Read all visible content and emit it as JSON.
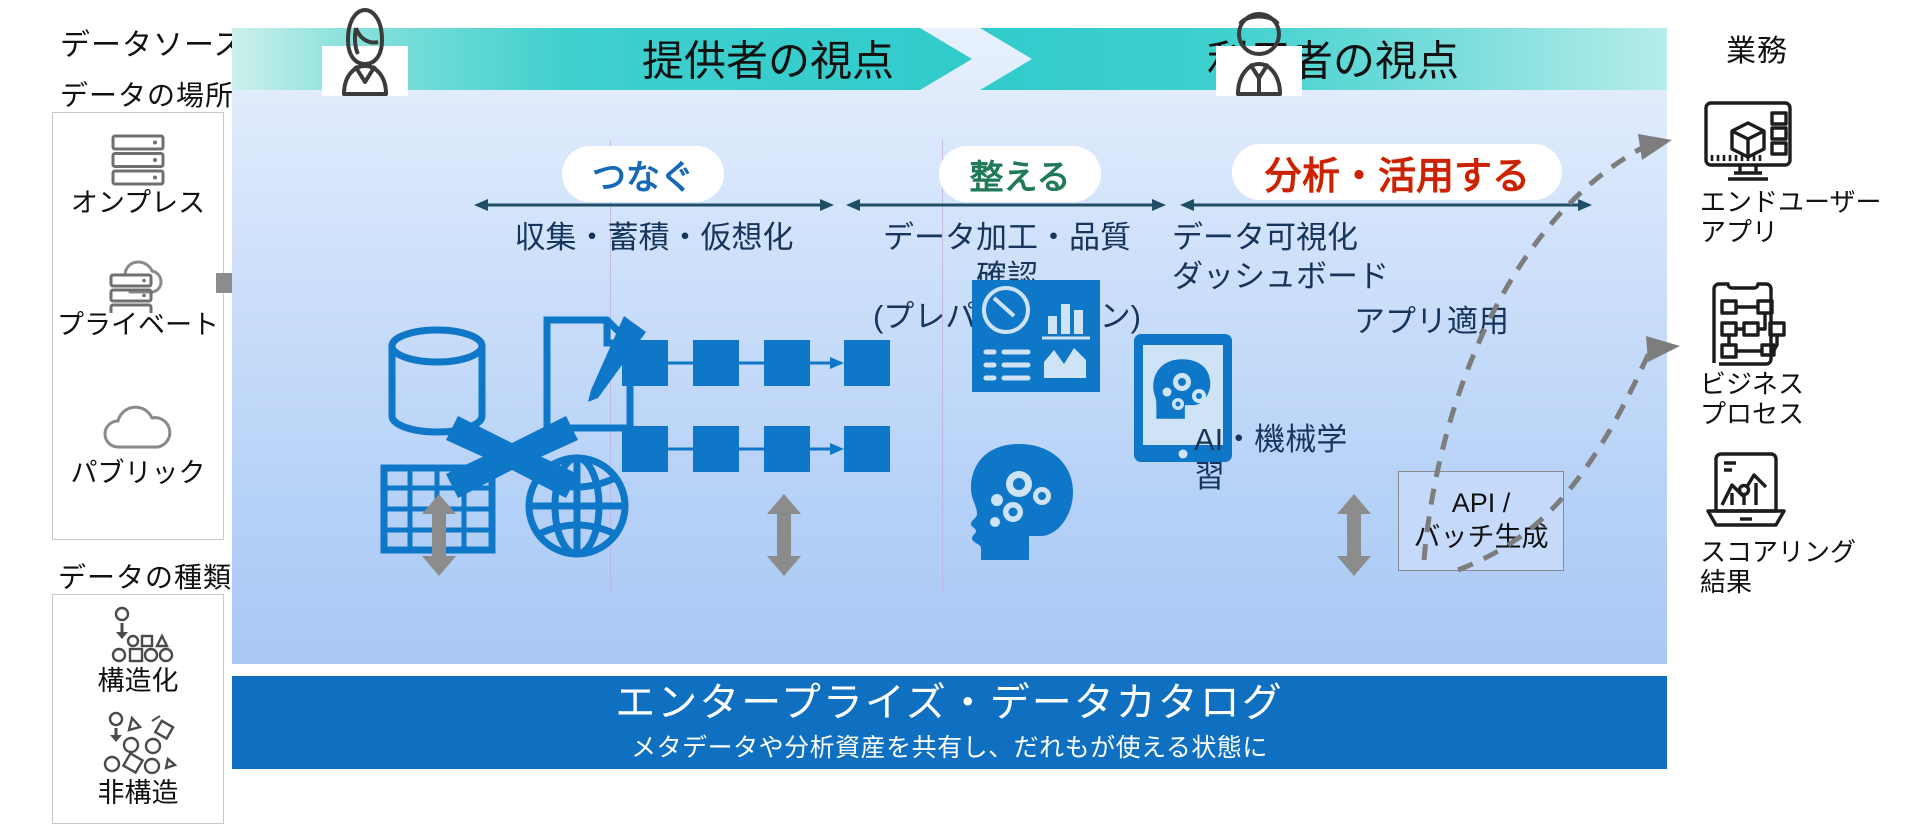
{
  "left_sidebar": {
    "data_source_title": "データソース",
    "data_place_title": "データの場所",
    "data_kind_title": "データの種類",
    "places": [
      {
        "label": "オンプレス",
        "icon": "server-rack-icon"
      },
      {
        "label": "プライベート",
        "icon": "private-cloud-server-icon"
      },
      {
        "label": "パブリック",
        "icon": "cloud-icon"
      }
    ],
    "kinds": [
      {
        "label": "構造化",
        "icon": "structured-data-shapes-icon"
      },
      {
        "label": "非構造",
        "icon": "unstructured-data-shapes-icon"
      }
    ]
  },
  "header": {
    "provider_banner": "提供者の視点",
    "consumer_banner": "利用者の視点",
    "provider_icon": "female-person-icon",
    "consumer_icon": "male-person-icon"
  },
  "phases": [
    {
      "pill": "つなぐ",
      "pill_color": "#1668b8",
      "description": "収集・蓄積・仮想化",
      "icon": "data-integration-icon"
    },
    {
      "pill": "整える",
      "pill_color": "#1f7a55",
      "description": "データ加工・品質\n確認\n(プレパレーション)",
      "icon": "data-pipeline-flow-icon"
    },
    {
      "pill": "分析・活用する",
      "pill_color": "#cc2200",
      "description": "データ可視化\nダッシュボード",
      "icon": "dashboard-icon"
    }
  ],
  "analytics": {
    "app_apply_label": "アプリ適用",
    "app_apply_icon": "tablet-ai-icon",
    "ai_ml_label": "AI・機械学習",
    "ai_ml_icon": "brain-gears-icon",
    "api_box_line1": "API /",
    "api_box_line2": "バッチ生成"
  },
  "catalog": {
    "title": "エンタープライズ・データカタログ",
    "subtitle": "メタデータや分析資産を共有し、だれもが使える状態に",
    "bg_color": "#0f6fc0"
  },
  "right_sidebar": {
    "title": "業務",
    "items": [
      {
        "label": "エンドユーザー\nアプリ",
        "icon": "monitor-cube-icon"
      },
      {
        "label": "ビジネス\nプロセス",
        "icon": "process-flow-tablet-icon"
      },
      {
        "label": "スコアリング\n結果",
        "icon": "laptop-chart-icon"
      }
    ]
  },
  "colors": {
    "banner_teal": "#31cbcb",
    "panel_blue_top": "#e8f1fd",
    "panel_blue_bottom": "#a9c8f5",
    "icon_blue": "#0f77c8",
    "arrow_navy": "#1f4e66",
    "gray_arrow": "#8c8c8c",
    "text_navy": "#16345c"
  }
}
